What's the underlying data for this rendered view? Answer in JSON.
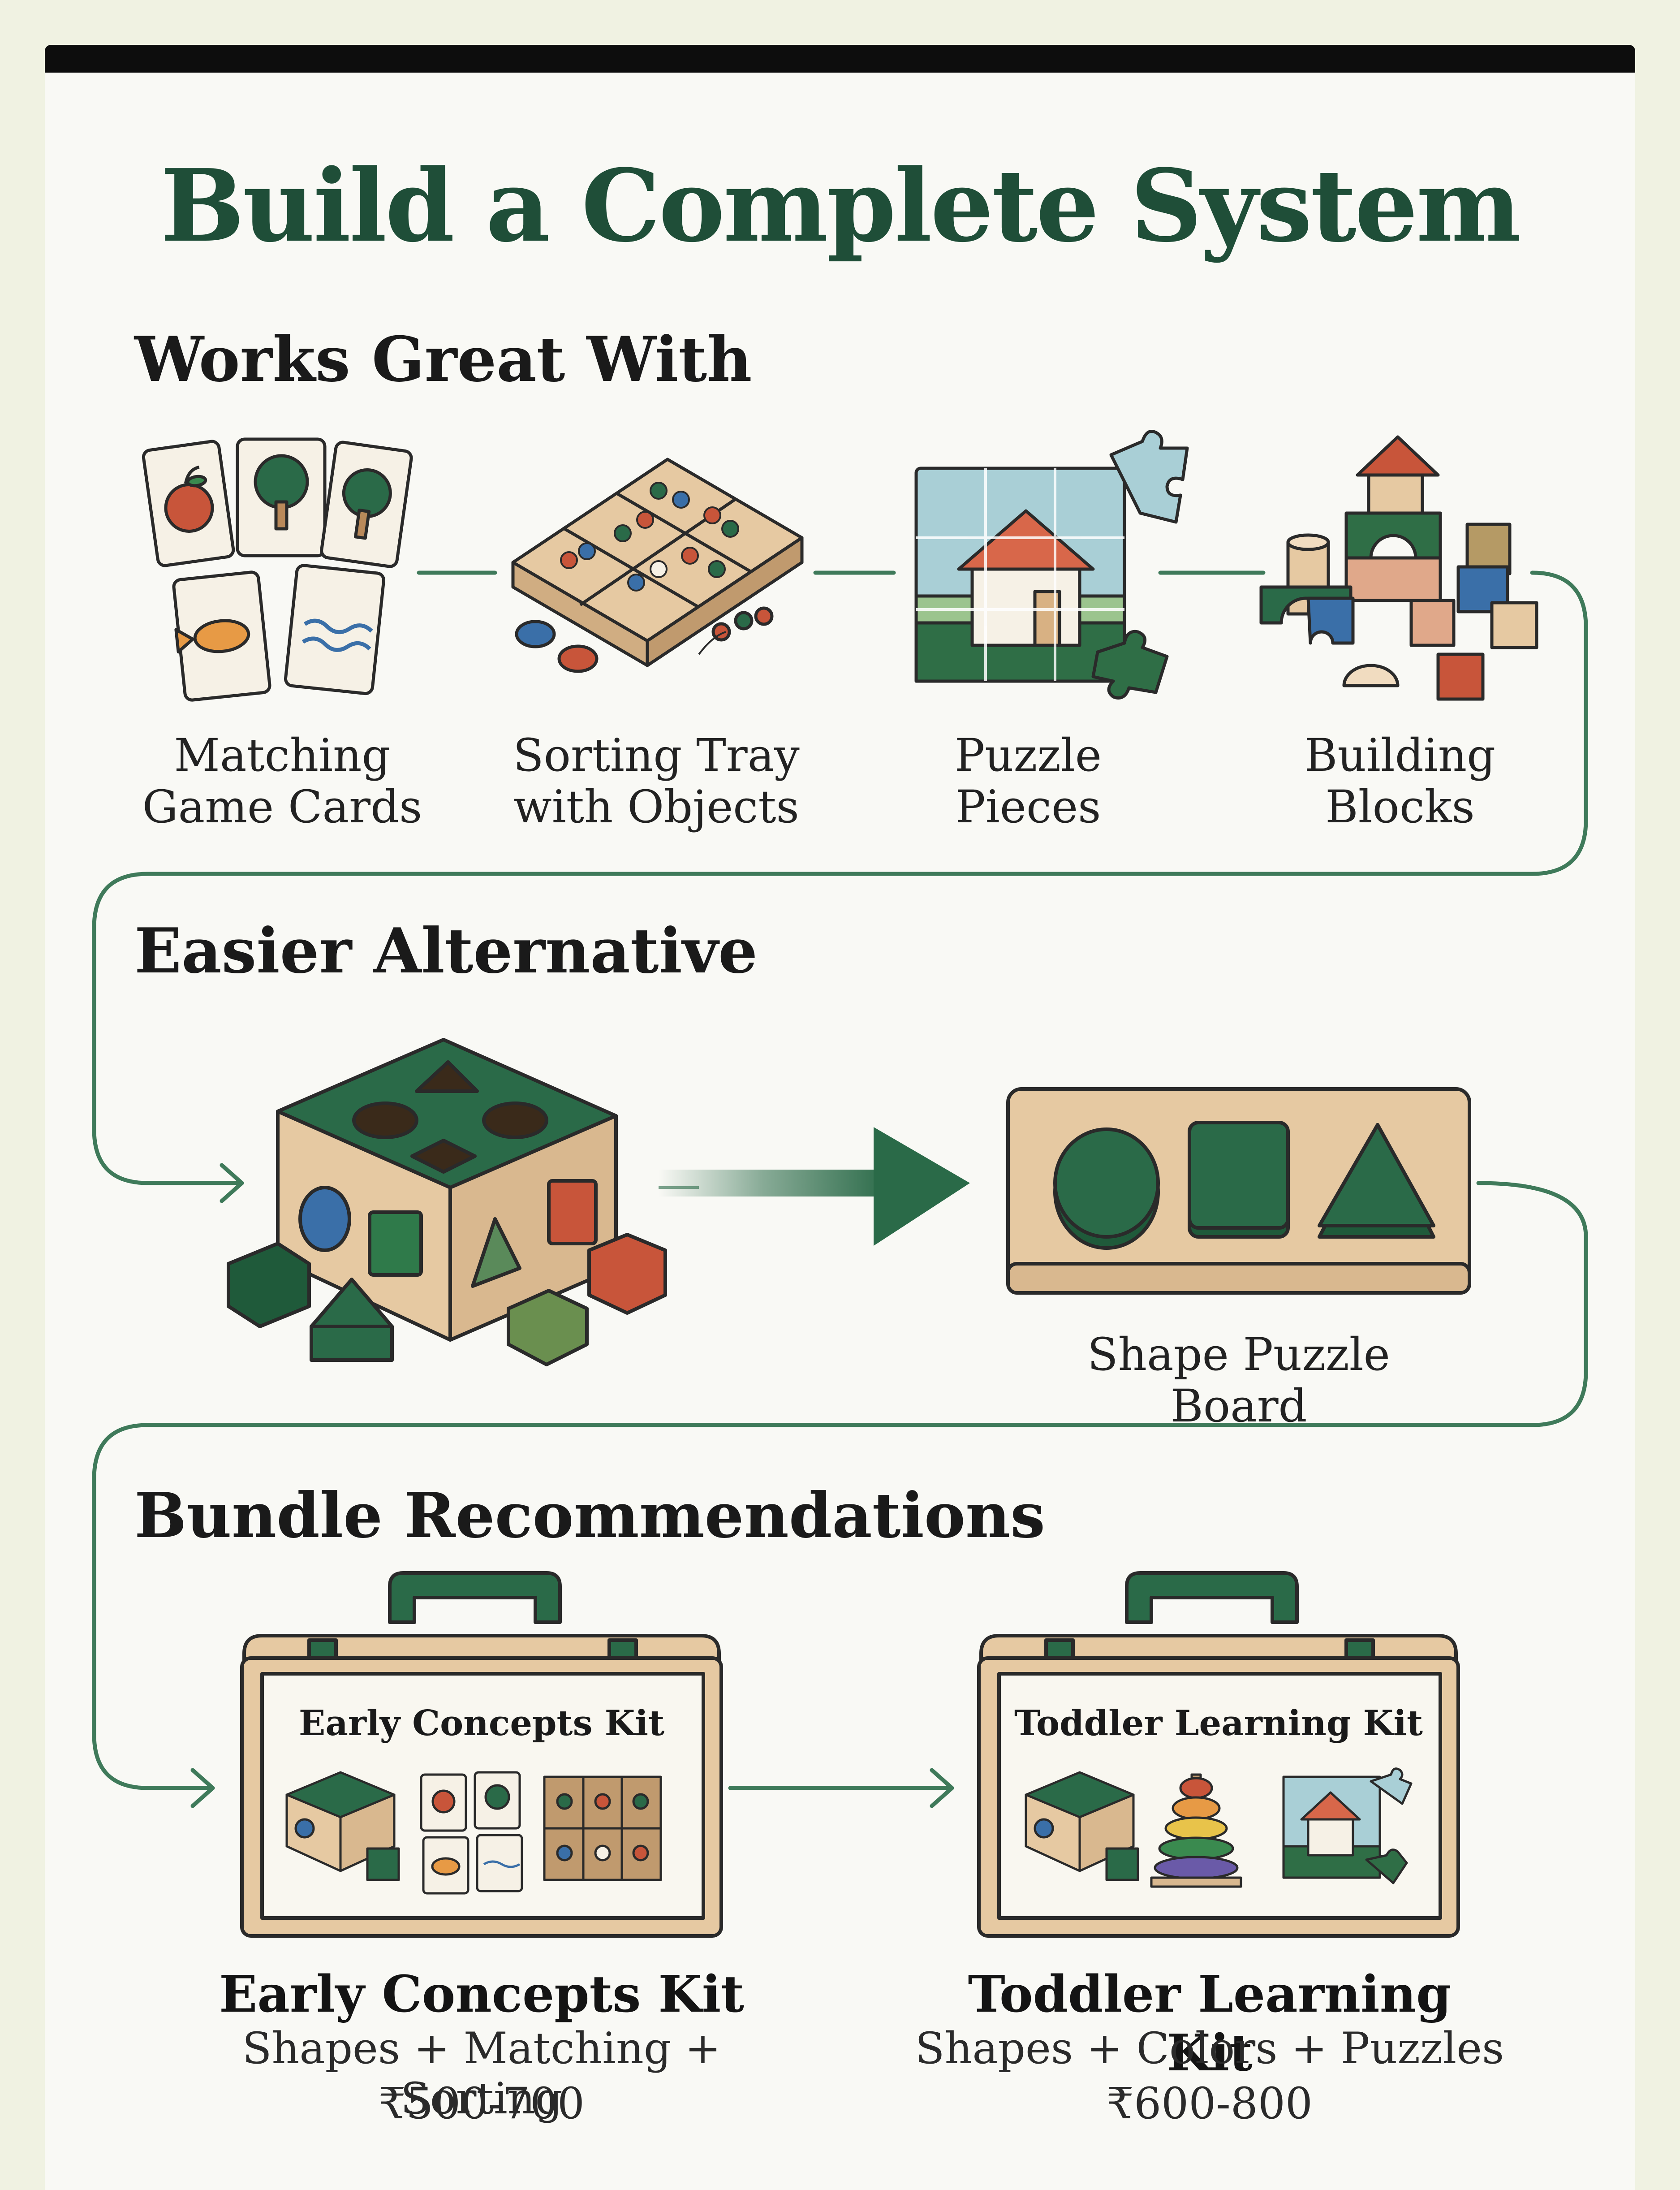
{
  "page": {
    "title": "Build a Complete System"
  },
  "works_great_with": {
    "heading": "Works Great With",
    "items": [
      {
        "line1": "Matching",
        "line2": "Game Cards"
      },
      {
        "line1": "Sorting Tray",
        "line2": "with Objects"
      },
      {
        "line1": "Puzzle",
        "line2": "Pieces"
      },
      {
        "line1": "Building",
        "line2": "Blocks"
      }
    ]
  },
  "easier_alternative": {
    "heading": "Easier Alternative",
    "target_label": "Shape Puzzle Board"
  },
  "bundles": {
    "heading": "Bundle Recommendations",
    "kits": [
      {
        "case_title": "Early Concepts Kit",
        "name": "Early Concepts Kit",
        "contents": "Shapes + Matching + Sorting",
        "price": "₹500-700"
      },
      {
        "case_title": "Toddler Learning Kit",
        "name": "Toddler Learning Kit",
        "contents": "Shapes + Colors + Puzzles",
        "price": "₹600-800"
      }
    ]
  },
  "colors": {
    "dark_green": "#2a6a48",
    "title_green": "#1f4e38",
    "wood": "#e6c9a2",
    "blue": "#3a6fa8",
    "red": "#c8553a",
    "connector": "#3f7a5a"
  },
  "icons": [
    "matching-cards-icon",
    "sorting-tray-icon",
    "puzzle-icon",
    "building-blocks-icon",
    "shape-sorter-icon",
    "shape-puzzle-board-icon",
    "kit-case-icon"
  ]
}
